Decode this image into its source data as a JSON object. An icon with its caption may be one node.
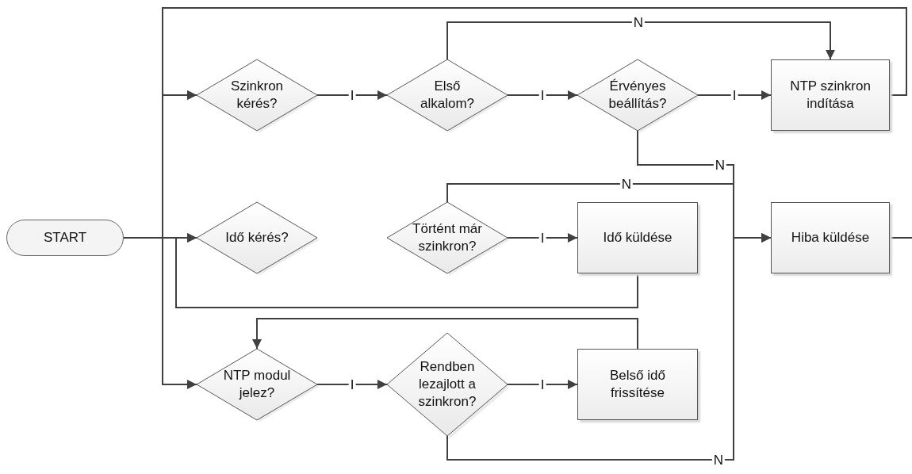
{
  "diagram": {
    "nodes": [
      {
        "text": [
          "START"
        ]
      },
      {
        "text": [
          "Szinkron kérés?"
        ]
      },
      {
        "text": [
          "Első alkalom?"
        ]
      },
      {
        "text": [
          "Érvényes beállítás?"
        ]
      },
      {
        "text": [
          "NTP szinkron indítása"
        ]
      },
      {
        "text": [
          "Idő kérés?"
        ]
      },
      {
        "text": [
          "Történt már szinkron?"
        ]
      },
      {
        "text": [
          "Idő küldése"
        ]
      },
      {
        "text": [
          "Hiba küldése"
        ]
      },
      {
        "text": [
          "NTP modul jelez?"
        ]
      },
      {
        "text": [
          "Rendben lezajlott a szinkron?"
        ]
      },
      {
        "text": [
          "Belső idő frissítése"
        ]
      }
    ],
    "edges": [
      {
        "from": 0,
        "to": 1,
        "arrow": "to"
      },
      {
        "from": 0,
        "to": 5,
        "arrow": "to"
      },
      {
        "from": 0,
        "to": 9,
        "arrow": "to"
      },
      {
        "from": 1,
        "to": 2,
        "arrow": "to",
        "label": "I"
      },
      {
        "from": 2,
        "to": 3,
        "arrow": "to",
        "label": "I"
      },
      {
        "from": 3,
        "to": 4,
        "arrow": "to",
        "label": "I"
      },
      {
        "from": 2,
        "to": 4,
        "arrow": "to",
        "label": "N"
      },
      {
        "from": 3,
        "to": 8,
        "arrow": "to",
        "label": "N"
      },
      {
        "from": 6,
        "to": 8,
        "arrow": "to",
        "label": "N"
      },
      {
        "from": 10,
        "to": 8,
        "arrow": "to",
        "label": "N"
      },
      {
        "from": 6,
        "to": 7,
        "arrow": "to",
        "label": "I"
      },
      {
        "from": 7,
        "to": 5,
        "arrow": "to"
      },
      {
        "from": 9,
        "to": 10,
        "arrow": "to",
        "label": "I"
      },
      {
        "from": 10,
        "to": 11,
        "arrow": "to",
        "label": "I"
      },
      {
        "from": 11,
        "to": 9,
        "arrow": "to"
      },
      {
        "from": 4,
        "to": 1,
        "arrow": "to"
      },
      {
        "from": 8,
        "to": null,
        "arrow": "none"
      }
    ]
  }
}
